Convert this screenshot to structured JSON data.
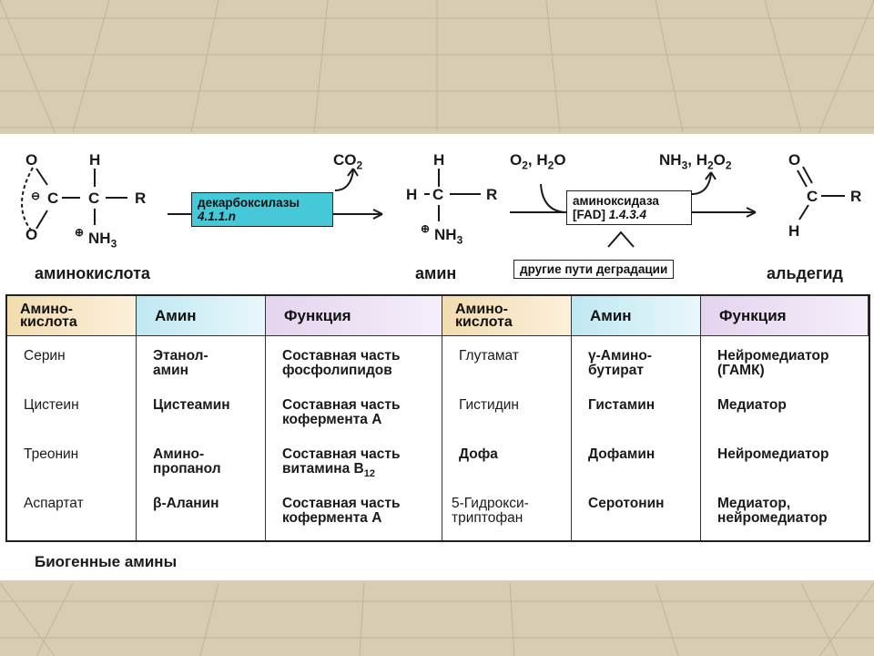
{
  "diagram": {
    "amino_acid": {
      "o_top": "O",
      "o_bottom": "O",
      "minus": "⊖",
      "c1": "C",
      "h": "H",
      "c2": "C",
      "r": "R",
      "plus": "⊕",
      "nh3": "NH",
      "nh3_sub": "3",
      "caption": "аминокислота"
    },
    "decarboxylase": {
      "label": "декарбоксилазы",
      "ec": "4.1.1.n",
      "product": "CO",
      "product_sub": "2"
    },
    "amine": {
      "h_top": "H",
      "h_left": "H",
      "c": "C",
      "r": "R",
      "plus": "⊕",
      "nh3": "NH",
      "nh3_sub": "3",
      "caption": "амин"
    },
    "oxidase": {
      "reagent_o": "O",
      "reagent_o_sub": "2",
      "reagent_water": ", H",
      "reagent_water_sub": "2",
      "reagent_water_end": "O",
      "products_nh": "NH",
      "products_nh_sub": "3",
      "products_h": ", H",
      "products_h_sub": "2",
      "products_o": "O",
      "products_o_sub": "2",
      "label": "аминоксидаза",
      "cofactor": "[FAD]",
      "ec": "1.4.3.4",
      "other_pathways": "другие пути деградации"
    },
    "aldehyde": {
      "o": "O",
      "c": "C",
      "r": "R",
      "h": "H",
      "caption": "альдегид"
    }
  },
  "table": {
    "headers": [
      "Амино-\nкислота",
      "Амин",
      "Функция",
      "Амино-\nкислота",
      "Амин",
      "Функция"
    ],
    "left": {
      "amino_acids": [
        "Серин",
        "Цистеин",
        "Треонин",
        "Аспартат"
      ],
      "amines": [
        "Этанол-\nамин",
        "Цистеамин",
        "Амино-\nпропанол",
        "β-Аланин"
      ],
      "functions": [
        "Составная часть\nфосфолипидов",
        "Составная часть\nкофермента А",
        "Составная часть\nвитамина B",
        "Составная часть\nкофермента А"
      ],
      "vitamin_sub": "12"
    },
    "right": {
      "amino_acids": [
        "Глутамат",
        "Гистидин",
        "Дофа",
        "5-Гидрокси-\nтриптофан"
      ],
      "amines": [
        "γ-Амино-\nбутират",
        "Гистамин",
        "Дофамин",
        "Серотонин"
      ],
      "functions": [
        "Нейромедиатор\n(ГАМК)",
        "Медиатор",
        "Нейромедиатор",
        "Медиатор,\nнейромедиатор"
      ]
    }
  },
  "title": "Биогенные амины",
  "colors": {
    "background": "#d8ccb3",
    "enzyme_cyan": "#45c8d8",
    "header_amino": "#f2dcb0",
    "header_amine": "#bfe8f2",
    "header_function": "#e4d4ee"
  }
}
